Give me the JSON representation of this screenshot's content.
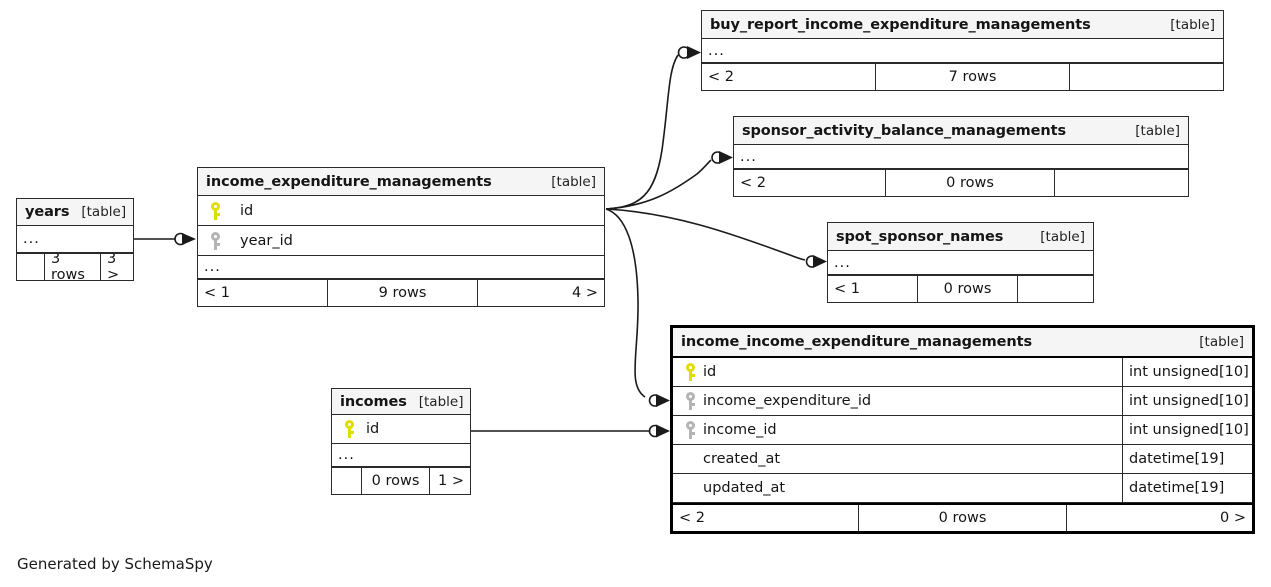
{
  "diagram": {
    "caption": "Generated by SchemaSpy",
    "kind_label": "[table]",
    "ellipsis": "...",
    "colors": {
      "pk_key": "#dede00",
      "fk_key": "#b4b4b4",
      "header_bg": "#f5f5f5",
      "border": "#2b2b2b"
    }
  },
  "tables": {
    "years": {
      "name": "years",
      "kind": "[table]",
      "rows": [
        {
          "label": "..."
        }
      ],
      "footer": {
        "left": "",
        "center": "3 rows",
        "right": "3 >"
      }
    },
    "income_expenditure_managements": {
      "name": "income_expenditure_managements",
      "kind": "[table]",
      "columns": [
        {
          "key": "pk",
          "label": "id"
        },
        {
          "key": "fk",
          "label": "year_id"
        }
      ],
      "rows": [
        {
          "label": "..."
        }
      ],
      "footer": {
        "left": "< 1",
        "center": "9 rows",
        "right": "4 >"
      }
    },
    "buy_report_income_expenditure_managements": {
      "name": "buy_report_income_expenditure_managements",
      "kind": "[table]",
      "rows": [
        {
          "label": "..."
        }
      ],
      "footer": {
        "left": "< 2",
        "center": "7 rows",
        "right": ""
      }
    },
    "sponsor_activity_balance_managements": {
      "name": "sponsor_activity_balance_managements",
      "kind": "[table]",
      "rows": [
        {
          "label": "..."
        }
      ],
      "footer": {
        "left": "< 2",
        "center": "0 rows",
        "right": ""
      }
    },
    "spot_sponsor_names": {
      "name": "spot_sponsor_names",
      "kind": "[table]",
      "rows": [
        {
          "label": "..."
        }
      ],
      "footer": {
        "left": "< 1",
        "center": "0 rows",
        "right": ""
      }
    },
    "incomes": {
      "name": "incomes",
      "kind": "[table]",
      "columns": [
        {
          "key": "pk",
          "label": "id"
        }
      ],
      "rows": [
        {
          "label": "..."
        }
      ],
      "footer": {
        "left": "",
        "center": "0 rows",
        "right": "1 >"
      }
    },
    "income_income_expenditure_managements": {
      "name": "income_income_expenditure_managements",
      "kind": "[table]",
      "focused": true,
      "columns": [
        {
          "key": "pk",
          "label": "id",
          "type": "int unsigned[10]"
        },
        {
          "key": "fk",
          "label": "income_expenditure_id",
          "type": "int unsigned[10]"
        },
        {
          "key": "fk",
          "label": "income_id",
          "type": "int unsigned[10]"
        },
        {
          "key": "none",
          "label": "created_at",
          "type": "datetime[19]"
        },
        {
          "key": "none",
          "label": "updated_at",
          "type": "datetime[19]"
        }
      ],
      "footer": {
        "left": "< 2",
        "center": "0 rows",
        "right": "0 >"
      }
    }
  }
}
